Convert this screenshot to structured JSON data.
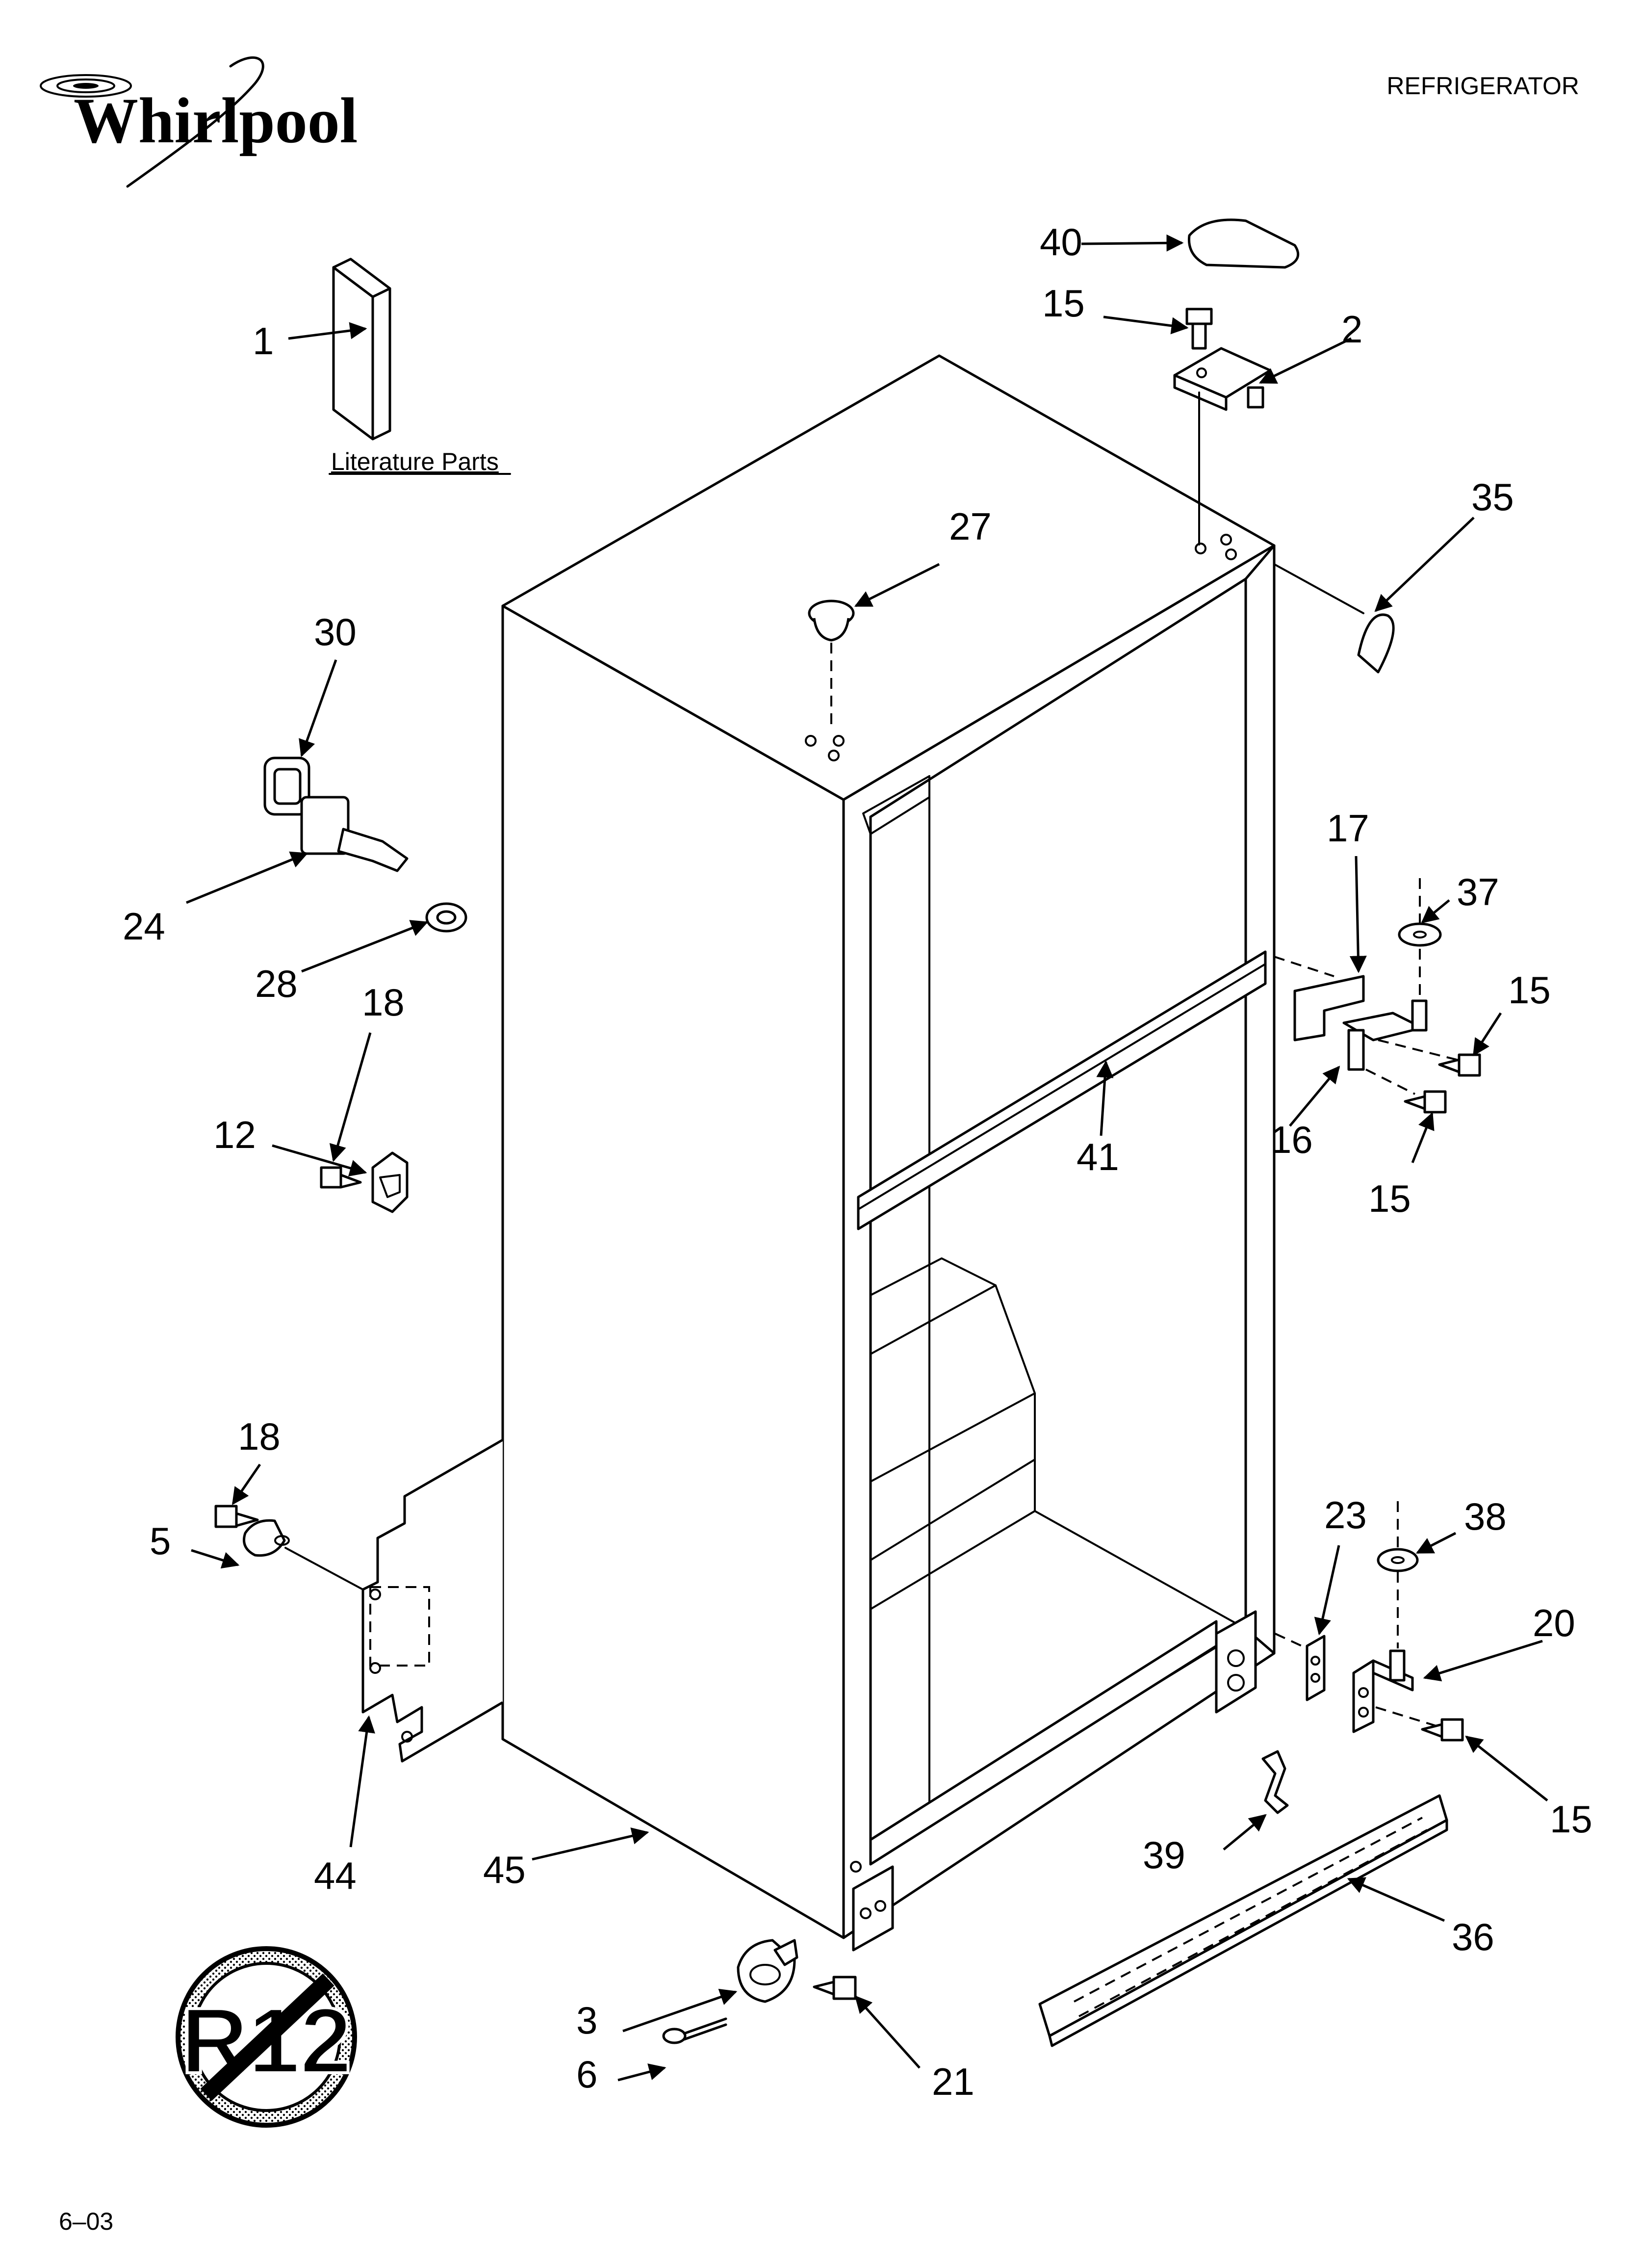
{
  "header": {
    "brand": "Whirlpool",
    "section_title": "REFRIGERATOR"
  },
  "literature": {
    "label": "Literature Parts"
  },
  "callouts": {
    "c1": "1",
    "c2": "2",
    "c3": "3",
    "c5": "5",
    "c6": "6",
    "c12": "12",
    "c15a": "15",
    "c15b": "15",
    "c15c": "15",
    "c15d": "15",
    "c16": "16",
    "c17": "17",
    "c18a": "18",
    "c18b": "18",
    "c20": "20",
    "c21": "21",
    "c23": "23",
    "c24": "24",
    "c27": "27",
    "c28": "28",
    "c30": "30",
    "c35": "35",
    "c36": "36",
    "c37": "37",
    "c38": "38",
    "c39": "39",
    "c40": "40",
    "c41": "41",
    "c44": "44",
    "c45": "45"
  },
  "badge": {
    "text": "R12"
  },
  "footer": {
    "date_code": "6–03"
  }
}
